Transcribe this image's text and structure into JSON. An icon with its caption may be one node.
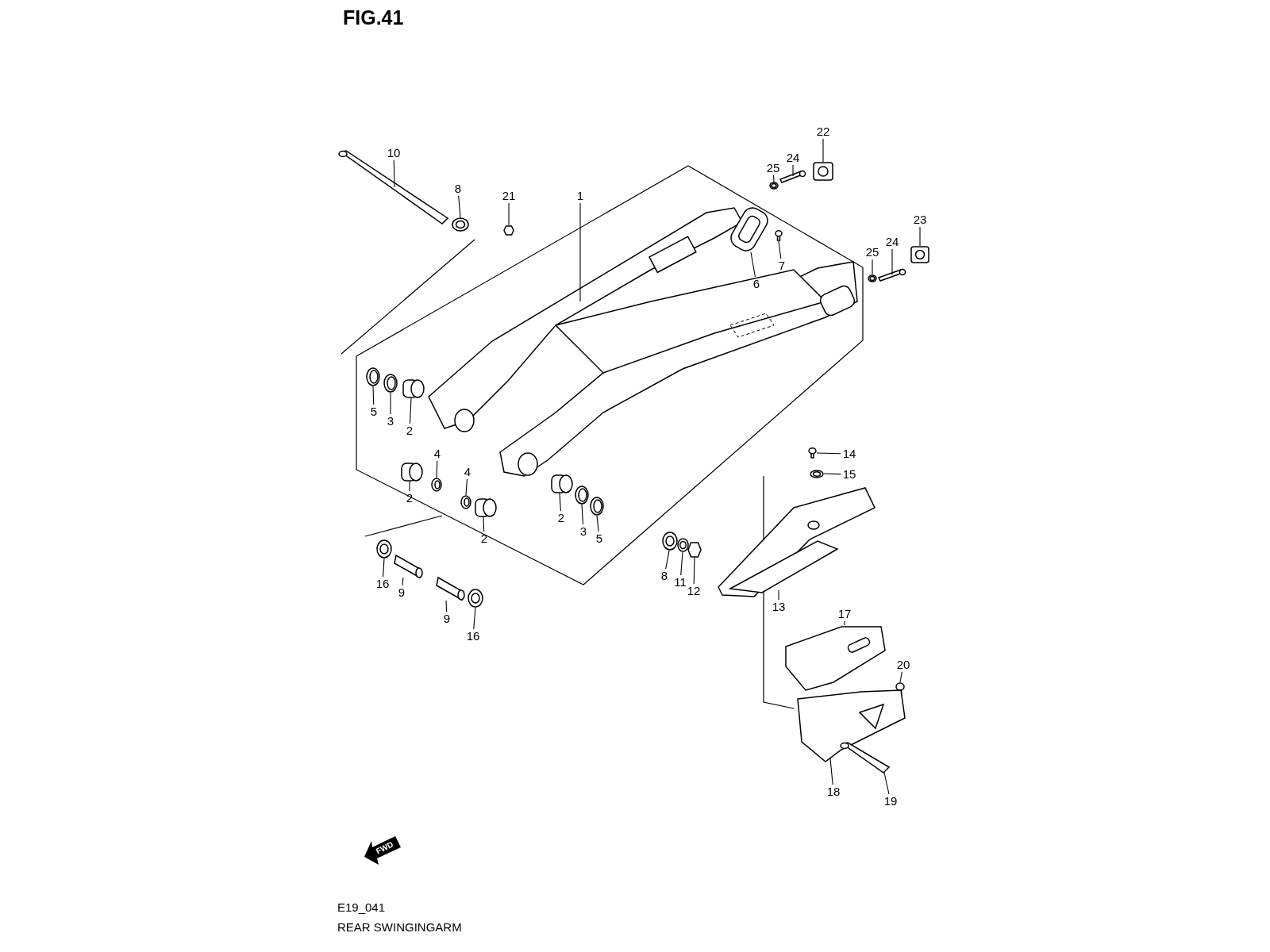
{
  "diagram": {
    "title": "FIG.41",
    "caption": "REAR SWINGINGARM",
    "nodes": [
      {
        "text": [
          "10"
        ]
      },
      {
        "text": [
          "8"
        ]
      },
      {
        "text": [
          "21"
        ]
      },
      {
        "text": [
          "1"
        ]
      },
      {
        "text": [
          "22"
        ]
      },
      {
        "text": [
          "24"
        ]
      },
      {
        "text": [
          "25"
        ]
      },
      {
        "text": [
          "23"
        ]
      },
      {
        "text": [
          "24"
        ]
      },
      {
        "text": [
          "25"
        ]
      },
      {
        "text": [
          "7"
        ]
      },
      {
        "text": [
          "6"
        ]
      },
      {
        "text": [
          "5"
        ]
      },
      {
        "text": [
          "3"
        ]
      },
      {
        "text": [
          "2"
        ]
      },
      {
        "text": [
          "4"
        ]
      },
      {
        "text": [
          "4"
        ]
      },
      {
        "text": [
          "14"
        ]
      },
      {
        "text": [
          "15"
        ]
      },
      {
        "text": [
          "2"
        ]
      },
      {
        "text": [
          "2"
        ]
      },
      {
        "text": [
          "2"
        ]
      },
      {
        "text": [
          "3"
        ]
      },
      {
        "text": [
          "5"
        ]
      },
      {
        "text": [
          "16"
        ]
      },
      {
        "text": [
          "9"
        ]
      },
      {
        "text": [
          "8"
        ]
      },
      {
        "text": [
          "11"
        ]
      },
      {
        "text": [
          "12"
        ]
      },
      {
        "text": [
          "9"
        ]
      },
      {
        "text": [
          "16"
        ]
      },
      {
        "text": [
          "13"
        ]
      },
      {
        "text": [
          "17"
        ]
      },
      {
        "text": [
          "20"
        ]
      },
      {
        "text": [
          "18"
        ]
      },
      {
        "text": [
          "19"
        ]
      },
      {
        "text": [],
        "shape": "picture"
      },
      {
        "text": [],
        "shape": "picture"
      },
      {
        "text": [],
        "shape": "box"
      },
      {
        "text": [],
        "shape": "picture"
      },
      {
        "text": [],
        "shape": "picture"
      },
      {
        "text": [],
        "shape": "bar"
      },
      {
        "text": [],
        "shape": "picture"
      },
      {
        "text": [],
        "shape": "picture"
      },
      {
        "text": [],
        "shape": "bar"
      },
      {
        "text": [],
        "shape": "picture"
      },
      {
        "text": [],
        "shape": "circle"
      },
      {
        "text": [],
        "shape": "picture"
      },
      {
        "text": [],
        "shape": "picture"
      },
      {
        "text": [],
        "shape": "picture"
      },
      {
        "text": [],
        "shape": "cylinder"
      },
      {
        "text": [],
        "shape": "picture"
      },
      {
        "text": [],
        "shape": "picture"
      },
      {
        "text": [],
        "shape": "circle"
      },
      {
        "text": [],
        "shape": "picture"
      },
      {
        "text": [],
        "shape": "cylinder"
      },
      {
        "text": [],
        "shape": "cylinder"
      },
      {
        "text": [],
        "shape": "cylinder"
      },
      {
        "text": [],
        "shape": "picture"
      },
      {
        "text": [],
        "shape": "picture"
      },
      {
        "text": [],
        "shape": "picture"
      },
      {
        "text": [],
        "shape": "cylinder"
      },
      {
        "text": [],
        "shape": "picture"
      },
      {
        "text": [],
        "shape": "picture"
      },
      {
        "text": [],
        "shape": "box"
      },
      {
        "text": [],
        "shape": "cylinder"
      },
      {
        "text": [],
        "shape": "picture"
      },
      {
        "text": [],
        "shape": "picture"
      },
      {
        "text": [],
        "shape": "picture"
      },
      {
        "text": [],
        "shape": "circle"
      },
      {
        "text": [],
        "shape": "picture"
      },
      {
        "text": [],
        "shape": "picture"
      }
    ],
    "edges": [
      {
        "from": 0,
        "to": 36,
        "arrow": "none"
      },
      {
        "from": 1,
        "to": 37,
        "arrow": "none"
      },
      {
        "from": 2,
        "to": 38,
        "arrow": "none"
      },
      {
        "from": 3,
        "to": 39,
        "arrow": "none"
      },
      {
        "from": 4,
        "to": 40,
        "arrow": "none"
      },
      {
        "from": 5,
        "to": 41,
        "arrow": "none"
      },
      {
        "from": 6,
        "to": 42,
        "arrow": "none"
      },
      {
        "from": 7,
        "to": 43,
        "arrow": "none"
      },
      {
        "from": 8,
        "to": 44,
        "arrow": "none"
      },
      {
        "from": 9,
        "to": 45,
        "arrow": "none"
      },
      {
        "from": 10,
        "to": 46,
        "arrow": "none"
      },
      {
        "from": 11,
        "to": 47,
        "arrow": "none"
      },
      {
        "from": 12,
        "to": 48,
        "arrow": "none"
      },
      {
        "from": 13,
        "to": 49,
        "arrow": "none"
      },
      {
        "from": 14,
        "to": 50,
        "arrow": "none"
      },
      {
        "from": 15,
        "to": 51,
        "arrow": "none"
      },
      {
        "from": 16,
        "to": 52,
        "arrow": "none"
      },
      {
        "from": 17,
        "to": 53,
        "arrow": "none"
      },
      {
        "from": 18,
        "to": 54,
        "arrow": "none"
      },
      {
        "from": 19,
        "to": 55,
        "arrow": "none"
      },
      {
        "from": 20,
        "to": 56,
        "arrow": "none"
      },
      {
        "from": 21,
        "to": 57,
        "arrow": "none"
      },
      {
        "from": 22,
        "to": 58,
        "arrow": "none"
      },
      {
        "from": 23,
        "to": 59,
        "arrow": "none"
      },
      {
        "from": 24,
        "to": 60,
        "arrow": "none"
      },
      {
        "from": 25,
        "to": 61,
        "arrow": "none"
      },
      {
        "from": 26,
        "to": 62,
        "arrow": "none"
      },
      {
        "from": 27,
        "to": 63,
        "arrow": "none"
      },
      {
        "from": 28,
        "to": 64,
        "arrow": "none"
      },
      {
        "from": 29,
        "to": 65,
        "arrow": "none"
      },
      {
        "from": 30,
        "to": 66,
        "arrow": "none"
      },
      {
        "from": 31,
        "to": 67,
        "arrow": "none"
      },
      {
        "from": 32,
        "to": 68,
        "arrow": "none"
      },
      {
        "from": 33,
        "to": 69,
        "arrow": "none"
      },
      {
        "from": 34,
        "to": 70,
        "arrow": "none"
      },
      {
        "from": 35,
        "to": 71,
        "arrow": "none"
      }
    ],
    "labels": [
      "FWD",
      "E19_041"
    ]
  }
}
